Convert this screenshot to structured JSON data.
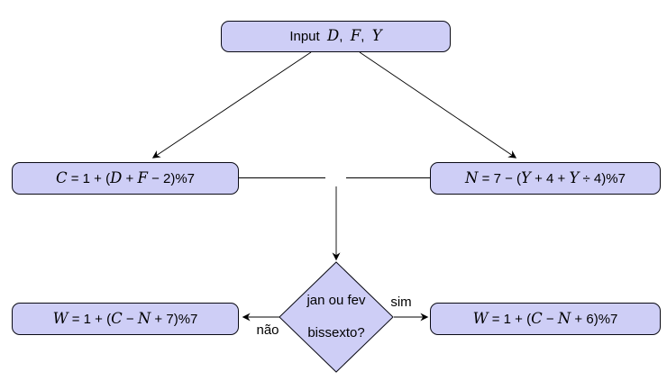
{
  "diagram": {
    "colors": {
      "background": "#ffffff",
      "node_fill": "#cecef6",
      "node_border": "#0a0a14",
      "line": "#000000",
      "text": "#000000"
    },
    "nodes": {
      "input": {
        "segments": [
          {
            "cal": false,
            "text": "Input  "
          },
          {
            "cal": true,
            "text": "D"
          },
          {
            "cal": false,
            "text": ",  "
          },
          {
            "cal": true,
            "text": "F"
          },
          {
            "cal": false,
            "text": ",  "
          },
          {
            "cal": true,
            "text": "Y"
          }
        ]
      },
      "c_formula": {
        "segments": [
          {
            "cal": true,
            "text": "C"
          },
          {
            "cal": false,
            "text": " = 1 + ("
          },
          {
            "cal": true,
            "text": "D"
          },
          {
            "cal": false,
            "text": " + "
          },
          {
            "cal": true,
            "text": "F"
          },
          {
            "cal": false,
            "text": " − 2)%7"
          }
        ]
      },
      "n_formula": {
        "segments": [
          {
            "cal": true,
            "text": "N"
          },
          {
            "cal": false,
            "text": " = 7 − ("
          },
          {
            "cal": true,
            "text": "Y"
          },
          {
            "cal": false,
            "text": " + 4 + "
          },
          {
            "cal": true,
            "text": "Y"
          },
          {
            "cal": false,
            "text": " ÷ 4)%7"
          }
        ]
      },
      "decision": {
        "line1": "jan ou fev",
        "line2": "bissexto?"
      },
      "w_no_formula": {
        "segments": [
          {
            "cal": true,
            "text": "W"
          },
          {
            "cal": false,
            "text": " = 1 + ("
          },
          {
            "cal": true,
            "text": "C"
          },
          {
            "cal": false,
            "text": " − "
          },
          {
            "cal": true,
            "text": "N"
          },
          {
            "cal": false,
            "text": " + 7)%7"
          }
        ]
      },
      "w_yes_formula": {
        "segments": [
          {
            "cal": true,
            "text": "W"
          },
          {
            "cal": false,
            "text": " = 1 + ("
          },
          {
            "cal": true,
            "text": "C"
          },
          {
            "cal": false,
            "text": " − "
          },
          {
            "cal": true,
            "text": "N"
          },
          {
            "cal": false,
            "text": " + 6)%7"
          }
        ]
      }
    },
    "edge_labels": {
      "no": "não",
      "yes": "sim"
    }
  }
}
